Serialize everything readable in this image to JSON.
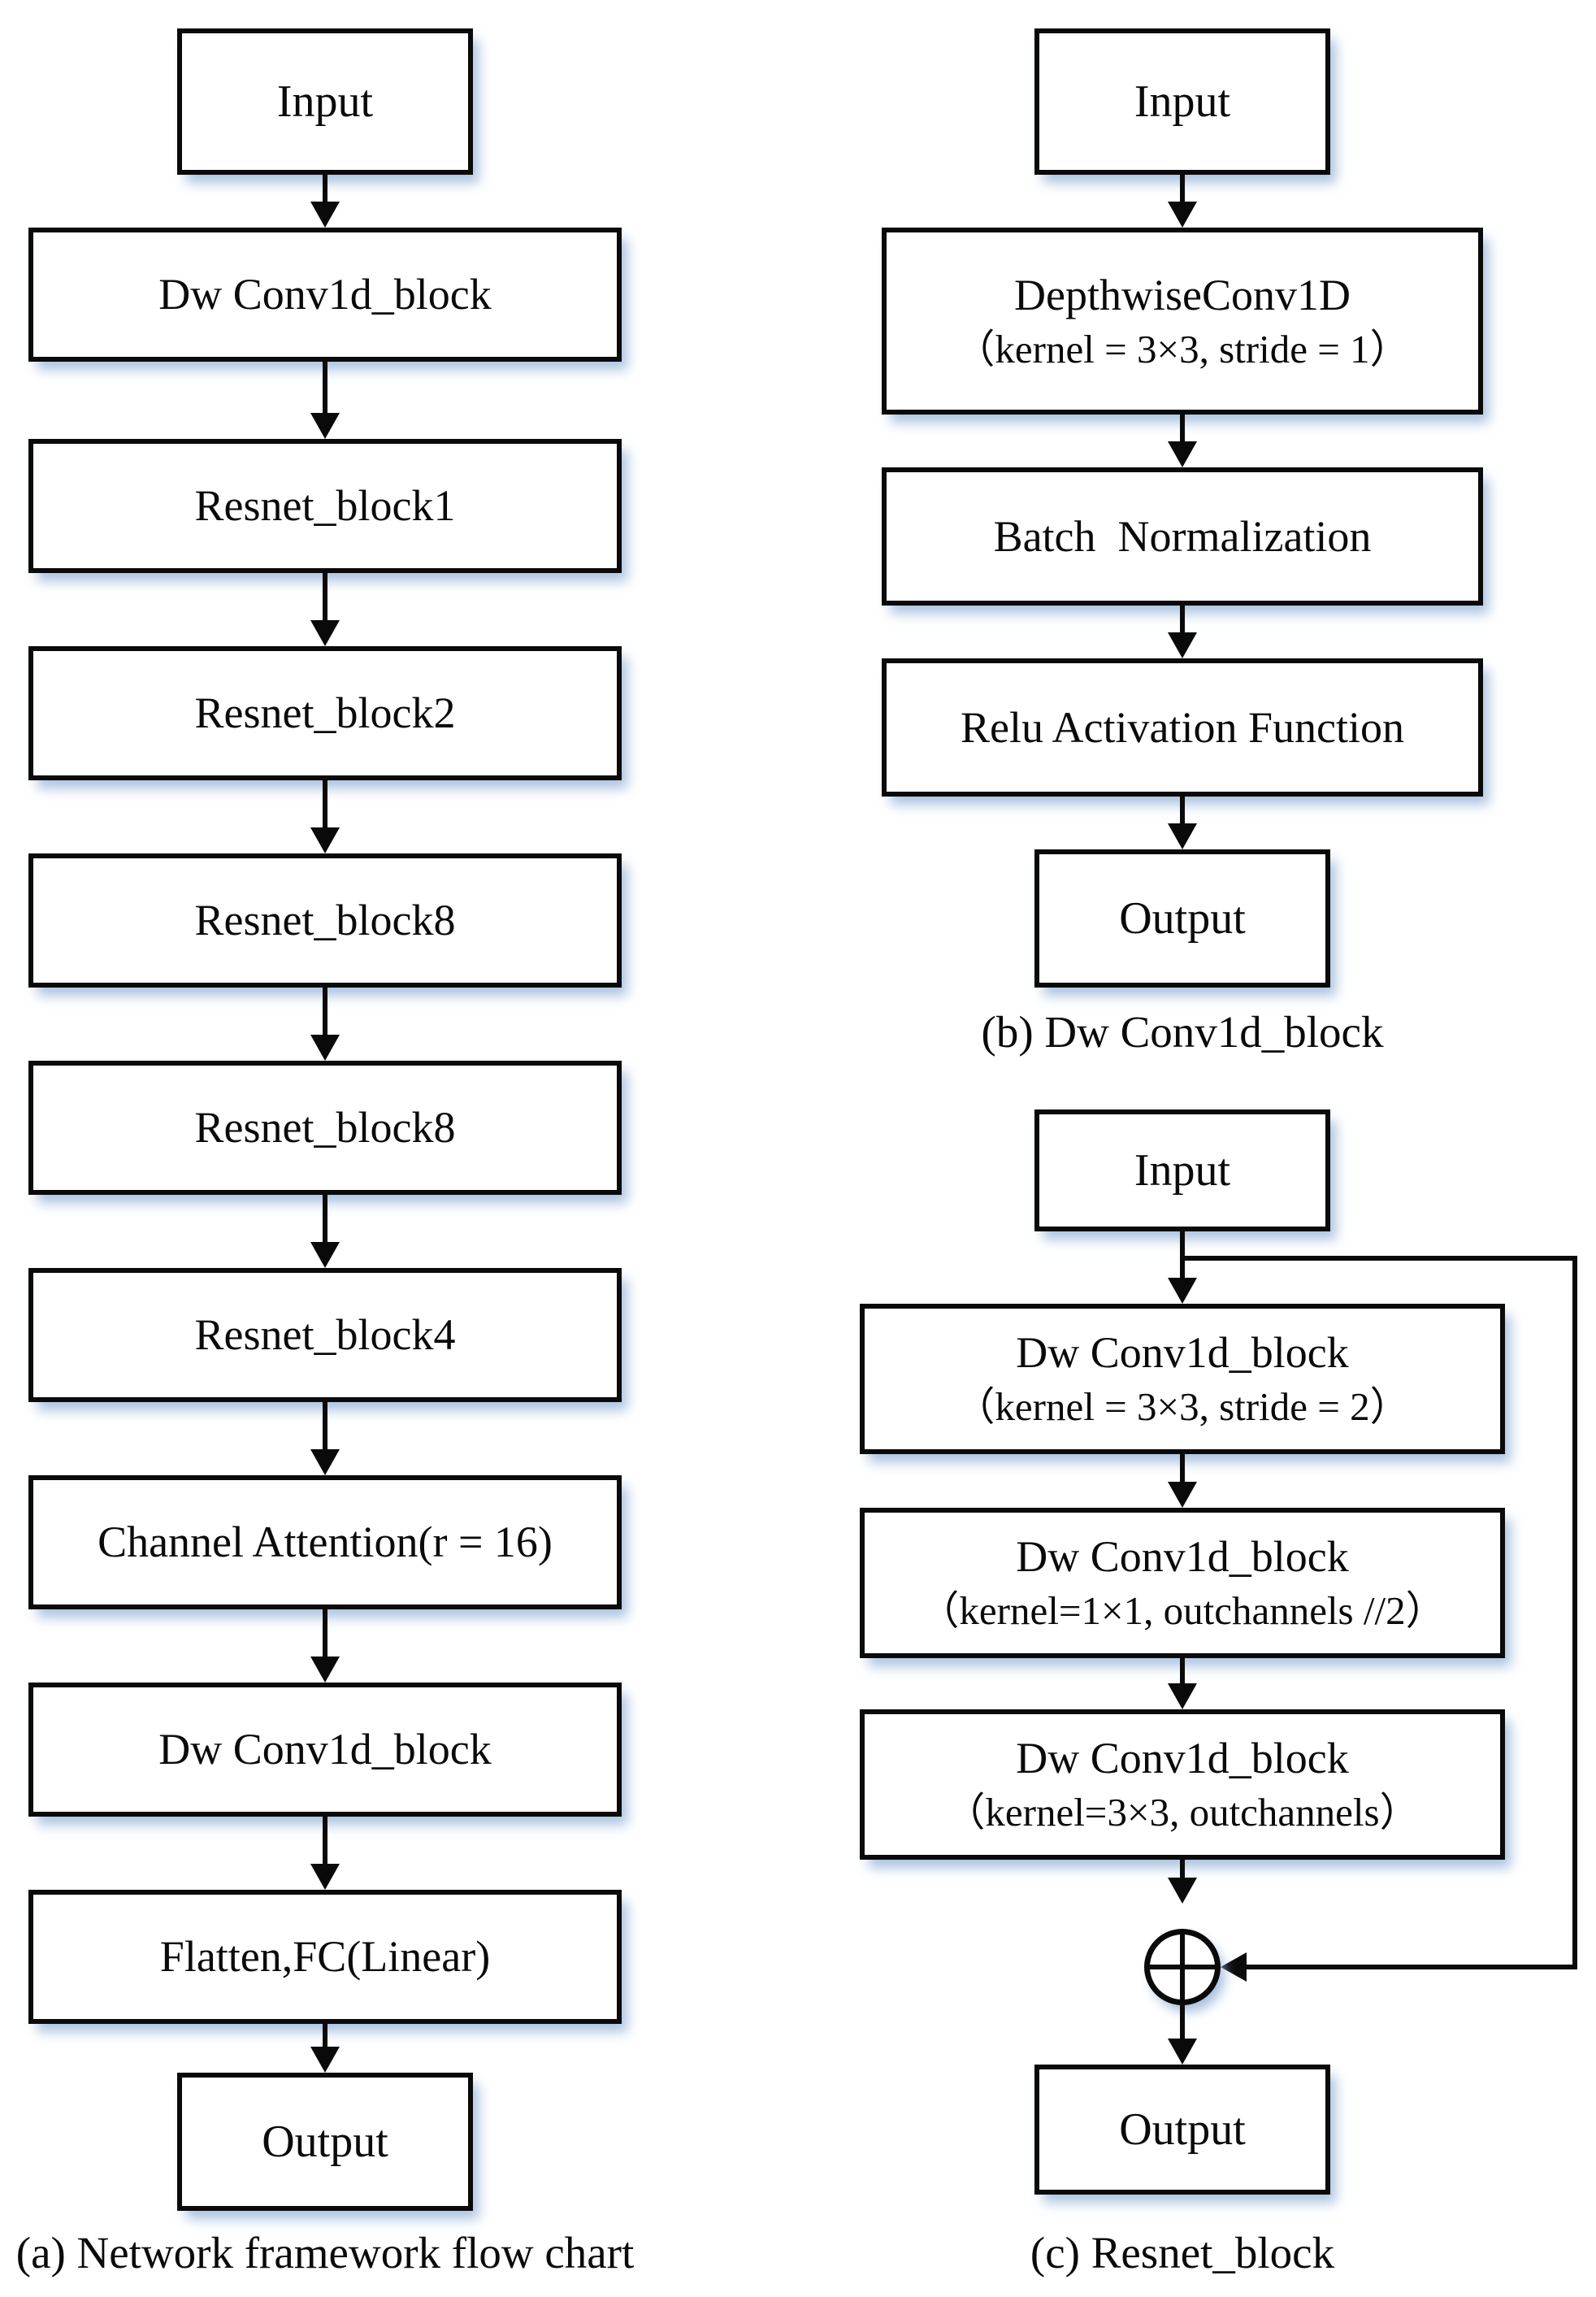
{
  "figure": {
    "colors": {
      "background": "#ffffff",
      "box_fill": "#ffffff",
      "box_border": "#0a0a0a",
      "line": "#0a0a0a",
      "shadow": "#96b4d8"
    },
    "panels": {
      "a": {
        "caption": "(a) Network framework flow chart",
        "nodes": {
          "input": "Input",
          "dw_conv1": "Dw Conv1d_block",
          "resnet1": "Resnet_block1",
          "resnet2": "Resnet_block2",
          "resnet8a": "Resnet_block8",
          "resnet8b": "Resnet_block8",
          "resnet4": "Resnet_block4",
          "channel_attention": "Channel Attention(r = 16)",
          "dw_conv2": "Dw Conv1d_block",
          "flatten_fc": "Flatten,FC(Linear)",
          "output": "Output"
        }
      },
      "b": {
        "caption": "(b) Dw Conv1d_block",
        "nodes": {
          "input": "Input",
          "depthwise_line1": "DepthwiseConv1D",
          "depthwise_line2": "（kernel = 3×3, stride = 1）",
          "batch_norm": "Batch  Normalization",
          "relu": "Relu Activation Function",
          "output": "Output"
        }
      },
      "c": {
        "caption": "(c) Resnet_block",
        "nodes": {
          "input": "Input",
          "block1_line1": "Dw Conv1d_block",
          "block1_line2": "（kernel = 3×3, stride = 2）",
          "block2_line1": "Dw Conv1d_block",
          "block2_line2": "（kernel=1×1, outchannels //2）",
          "block3_line1": "Dw Conv1d_block",
          "block3_line2": "（kernel=3×3, outchannels）",
          "merge_symbol": "⊕",
          "output": "Output"
        }
      }
    }
  }
}
